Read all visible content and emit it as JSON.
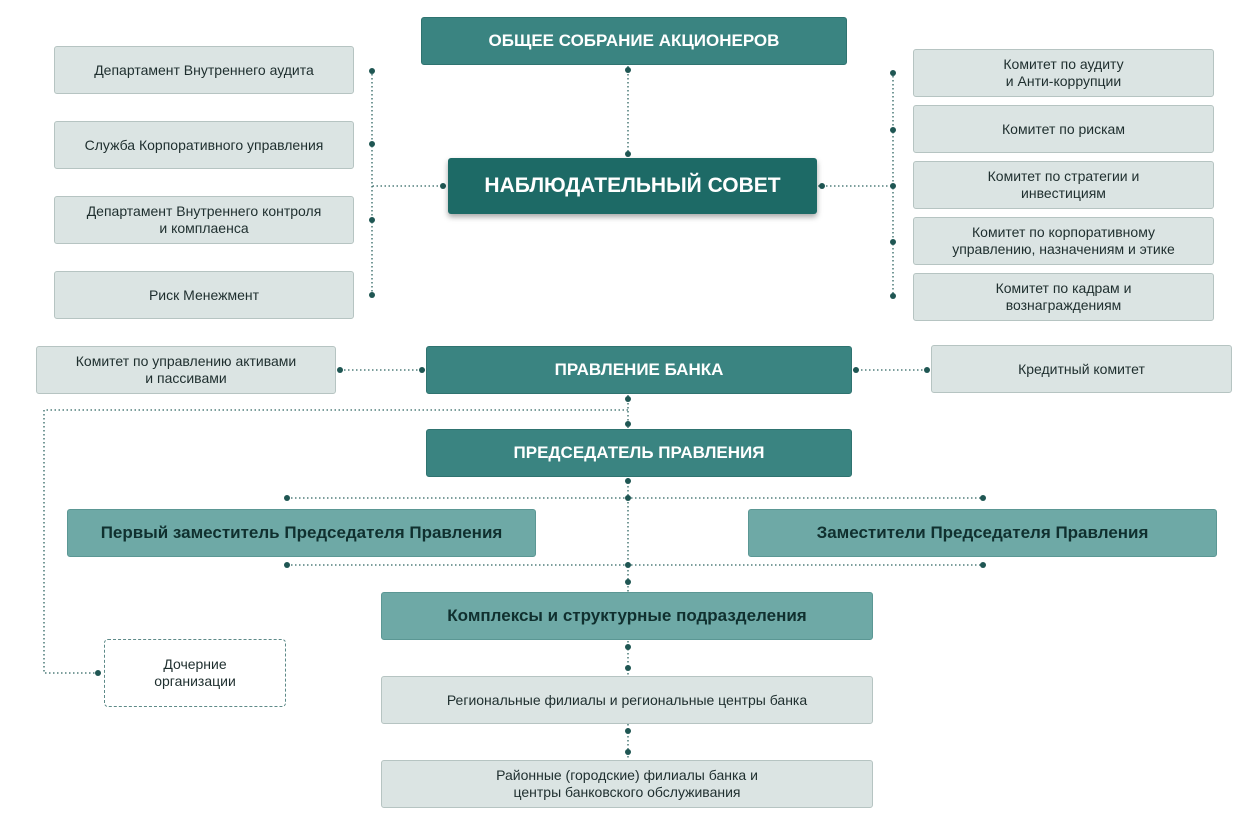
{
  "top": {
    "shareholders": "ОБЩЕЕ СОБРАНИЕ АКЦИОНЕРОВ"
  },
  "board": {
    "title": "НАБЛЮДАТЕЛЬНЫЙ СОВЕТ"
  },
  "left_units": [
    "Департамент Внутреннего аудита",
    "Служба Корпоративного управления",
    "Департамент Внутреннего контроля\nи комплаенса",
    "Риск Менежмент"
  ],
  "right_committees": [
    "Комитет по аудиту\nи Анти-коррупции",
    "Комитет по рискам",
    "Комитет по стратегии и\nинвестициям",
    "Комитет по корпоративному\nуправлению, назначениям и этике",
    "Комитет по кадрам и\nвознаграждениям"
  ],
  "management": {
    "title": "ПРАВЛЕНИЕ БАНКА",
    "left_committee": "Комитет по управлению активами\nи пассивами",
    "right_committee": "Кредитный комитет"
  },
  "chairman": {
    "title": "ПРЕДСЕДАТЕЛЬ ПРАВЛЕНИЯ"
  },
  "deputies": {
    "first": "Первый заместитель Председателя Правления",
    "others": "Заместители Председателя Правления"
  },
  "subsidiaries": "Дочерние\nорганизации",
  "divisions": [
    "Комплексы и структурные подразделения",
    "Региональные филиалы и региональные центры банка",
    "Районные (городские) филиалы банка и\nцентры банковского обслуживания"
  ],
  "colors": {
    "dark_teal": "#1d6a66",
    "teal": "#3a8481",
    "light_teal": "#6ea9a6",
    "gray_box": "#dbe4e3",
    "connector": "#2e6562"
  }
}
